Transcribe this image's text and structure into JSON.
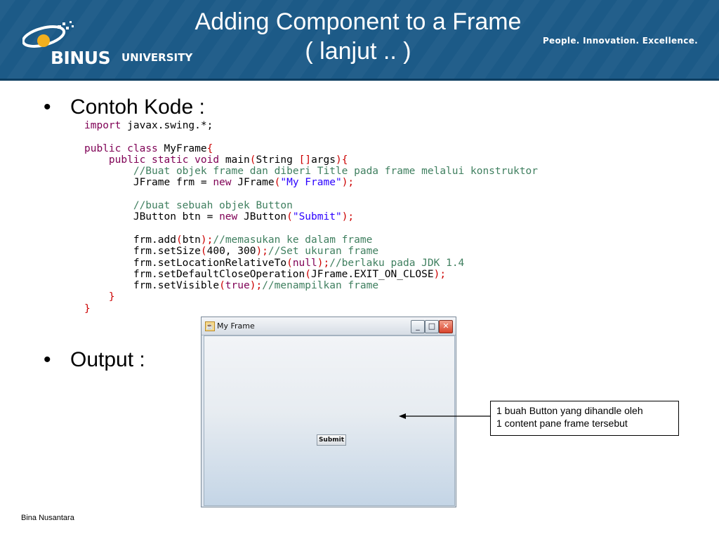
{
  "header": {
    "title_line1": "Adding Component to a Frame",
    "title_line2": "( lanjut .. )",
    "logo_main": "BINUS",
    "logo_sub": "UNIVERSITY",
    "tagline": "People. Innovation. Excellence.",
    "background_color": "#1c5a87"
  },
  "bullets": [
    {
      "text": "Contoh Kode :"
    },
    {
      "text": "Output :"
    }
  ],
  "code": {
    "lines": [
      [
        {
          "t": "import",
          "c": "kw"
        },
        {
          "t": " javax.swing.*;",
          "c": ""
        }
      ],
      [],
      [
        {
          "t": "public",
          "c": "kw"
        },
        {
          "t": " ",
          "c": ""
        },
        {
          "t": "class",
          "c": "kw"
        },
        {
          "t": " MyFrame",
          "c": ""
        },
        {
          "t": "{",
          "c": "pr"
        }
      ],
      [
        {
          "t": "    ",
          "c": ""
        },
        {
          "t": "public",
          "c": "kw"
        },
        {
          "t": " ",
          "c": ""
        },
        {
          "t": "static",
          "c": "kw"
        },
        {
          "t": " ",
          "c": ""
        },
        {
          "t": "void",
          "c": "kw"
        },
        {
          "t": " main",
          "c": ""
        },
        {
          "t": "(",
          "c": "pr"
        },
        {
          "t": "String ",
          "c": ""
        },
        {
          "t": "[]",
          "c": "pr"
        },
        {
          "t": "args",
          "c": ""
        },
        {
          "t": "){",
          "c": "pr"
        }
      ],
      [
        {
          "t": "        ",
          "c": ""
        },
        {
          "t": "//Buat objek frame dan diberi Title pada frame melalui konstruktor",
          "c": "cm"
        }
      ],
      [
        {
          "t": "        JFrame frm = ",
          "c": ""
        },
        {
          "t": "new",
          "c": "kw"
        },
        {
          "t": " JFrame",
          "c": ""
        },
        {
          "t": "(",
          "c": "pr"
        },
        {
          "t": "\"My Frame\"",
          "c": "str"
        },
        {
          "t": ");",
          "c": "pr"
        }
      ],
      [],
      [
        {
          "t": "        ",
          "c": ""
        },
        {
          "t": "//buat sebuah objek Button",
          "c": "cm"
        }
      ],
      [
        {
          "t": "        JButton btn = ",
          "c": ""
        },
        {
          "t": "new",
          "c": "kw"
        },
        {
          "t": " JButton",
          "c": ""
        },
        {
          "t": "(",
          "c": "pr"
        },
        {
          "t": "\"Submit\"",
          "c": "str"
        },
        {
          "t": ");",
          "c": "pr"
        }
      ],
      [],
      [
        {
          "t": "        frm.add",
          "c": ""
        },
        {
          "t": "(",
          "c": "pr"
        },
        {
          "t": "btn",
          "c": ""
        },
        {
          "t": ");",
          "c": "pr"
        },
        {
          "t": "//memasukan ke dalam frame",
          "c": "cm"
        }
      ],
      [
        {
          "t": "        frm.setSize",
          "c": ""
        },
        {
          "t": "(",
          "c": "pr"
        },
        {
          "t": "400, 300",
          "c": ""
        },
        {
          "t": ");",
          "c": "pr"
        },
        {
          "t": "//Set ukuran frame",
          "c": "cm"
        }
      ],
      [
        {
          "t": "        frm.setLocationRelativeTo",
          "c": ""
        },
        {
          "t": "(",
          "c": "pr"
        },
        {
          "t": "null",
          "c": "kw"
        },
        {
          "t": ");",
          "c": "pr"
        },
        {
          "t": "//berlaku pada JDK 1.4",
          "c": "cm"
        }
      ],
      [
        {
          "t": "        frm.setDefaultCloseOperation",
          "c": ""
        },
        {
          "t": "(",
          "c": "pr"
        },
        {
          "t": "JFrame.EXIT_ON_CLOSE",
          "c": ""
        },
        {
          "t": ");",
          "c": "pr"
        }
      ],
      [
        {
          "t": "        frm.setVisible",
          "c": ""
        },
        {
          "t": "(",
          "c": "pr"
        },
        {
          "t": "true",
          "c": "kw"
        },
        {
          "t": ");",
          "c": "pr"
        },
        {
          "t": "//menampilkan frame",
          "c": "cm"
        }
      ],
      [
        {
          "t": "    ",
          "c": ""
        },
        {
          "t": "}",
          "c": "pr"
        }
      ],
      [
        {
          "t": "}",
          "c": "pr"
        }
      ]
    ]
  },
  "output_window": {
    "title": "My Frame",
    "minimize_symbol": "_",
    "maximize_symbol": "□",
    "close_symbol": "✕",
    "button_label": "Submit"
  },
  "annotation": {
    "line1": "1 buah Button yang dihandle oleh",
    "line2": "1 content pane frame tersebut"
  },
  "footer": "Bina Nusantara"
}
